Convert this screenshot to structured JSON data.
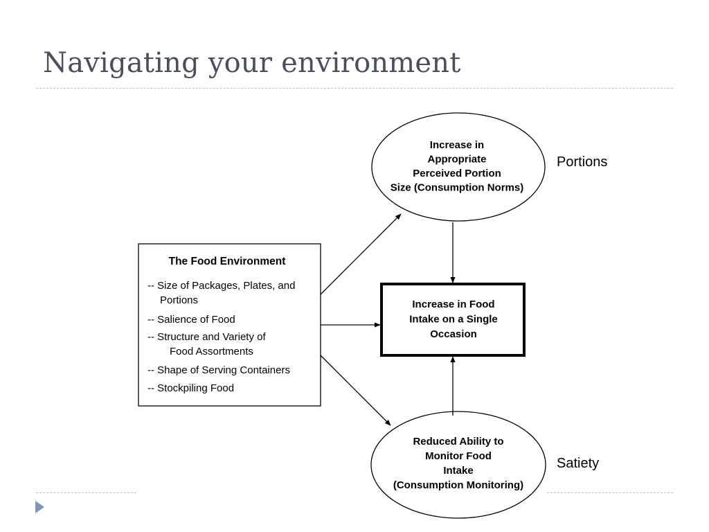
{
  "slide": {
    "title": "Navigating your environment"
  },
  "diagram": {
    "food_environment": {
      "title": "The Food Environment",
      "items": [
        [
          "-- Size of Packages, Plates, and",
          "Portions"
        ],
        [
          "-- Salience of Food"
        ],
        [
          "-- Structure and Variety of",
          "Food Assortments"
        ],
        [
          "-- Shape of Serving Containers"
        ],
        [
          "-- Stockpiling Food"
        ]
      ]
    },
    "consumption_norms": {
      "lines": [
        "Increase in",
        "Appropriate",
        "Perceived Portion",
        "Size (Consumption Norms)"
      ]
    },
    "food_intake": {
      "lines": [
        "Increase in Food",
        "Intake on a Single",
        "Occasion"
      ]
    },
    "consumption_monitoring": {
      "lines": [
        "Reduced Ability to",
        "Monitor Food",
        "Intake",
        "(Consumption Monitoring)"
      ]
    }
  },
  "labels": {
    "portions": "Portions",
    "satiety": "Satiety"
  }
}
